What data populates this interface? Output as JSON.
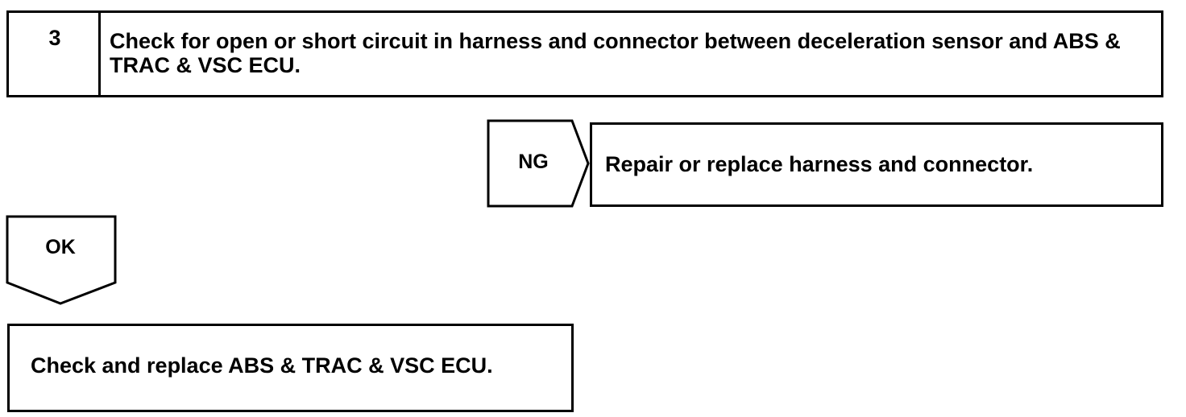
{
  "step": {
    "number": "3",
    "title": "Check for open or short circuit in harness and connector between deceleration sensor and ABS & TRAC & VSC ECU."
  },
  "ng_branch": {
    "label": "NG",
    "action": "Repair or replace harness and connector."
  },
  "ok_branch": {
    "label": "OK",
    "action": "Check and replace ABS & TRAC & VSC ECU."
  },
  "colors": {
    "line": "#000000",
    "background": "#ffffff"
  }
}
